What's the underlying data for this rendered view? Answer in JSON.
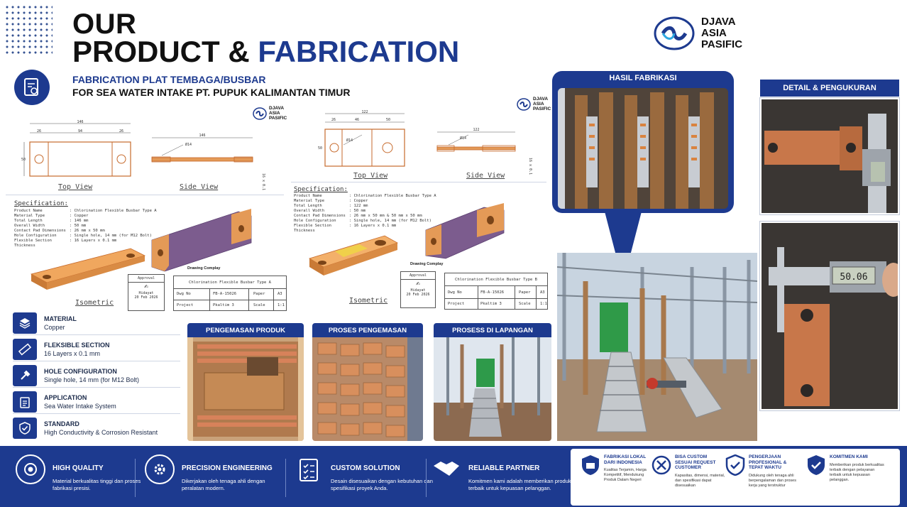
{
  "header": {
    "title_line1": "OUR",
    "title_line2_a": "PRODUCT & ",
    "title_line2_b": "FABRICATION",
    "subtitle1": "FABRICATION PLAT TEMBAGA/BUSBAR",
    "subtitle2": "FOR SEA WATER INTAKE PT. PUPUK KALIMANTAN TIMUR"
  },
  "brand": {
    "line1": "DJAVA",
    "line2": "ASIA",
    "line3": "PASIFIC"
  },
  "drawing_a": {
    "top_view": "Top View",
    "side_view": "Side View",
    "isometric": "Isometric",
    "dims": {
      "total": "146",
      "pad_l": "26",
      "mid": "94",
      "pad_r": "26",
      "width": "50",
      "hole": "Ø14",
      "side_total": "146",
      "thick": "16 x 0.1"
    },
    "spec_heading": "Specification:",
    "spec": [
      {
        "k": "Product Name",
        "v": ": Chlorination Flexible Busbar Type A"
      },
      {
        "k": "Material Type",
        "v": ": Copper"
      },
      {
        "k": "Total Length",
        "v": ": 146 mm"
      },
      {
        "k": "Overall Width",
        "v": ": 50 mm"
      },
      {
        "k": "Contact Pad Dimensions",
        "v": ": 26 mm x 50 mm"
      },
      {
        "k": "Hole Configuration",
        "v": ": Single hole, 14 mm (for M12 Bolt)"
      },
      {
        "k": "Flexible Section Thickness",
        "v": ": 16 Layers x 0.1 mm"
      }
    ],
    "drawing_label": "Drawing Complay",
    "approval": "Approval",
    "approval_name": "Hidayat",
    "approval_date": "20 Feb 2026",
    "table_title": "Chlorination Flexible Busbar Type A",
    "dwg_label": "Dwg No",
    "dwg_no": "FB-A-15026",
    "paper_label": "Paper",
    "paper": "A3",
    "project_label": "Project",
    "project": "Pkaltim 3",
    "scale_label": "Scale",
    "scale": "1:1"
  },
  "drawing_b": {
    "top_view": "Top View",
    "side_view": "Side View",
    "isometric": "Isometric",
    "dims": {
      "total": "122",
      "pad_l": "26",
      "mid": "46",
      "pad_r": "50",
      "width": "50",
      "hole": "Ø14",
      "side_total": "122",
      "thick": "16 x 0.1"
    },
    "spec_heading": "Specification:",
    "spec": [
      {
        "k": "Product Name",
        "v": ": Chlorination Flexible Busbar Type A"
      },
      {
        "k": "Material Type",
        "v": ": Copper"
      },
      {
        "k": "Total Length",
        "v": ": 122 mm"
      },
      {
        "k": "Overall Width",
        "v": ": 50 mm"
      },
      {
        "k": "Contact Pad Dimensions",
        "v": ": 26 mm x 50 mm & 50 mm x 50 mm"
      },
      {
        "k": "Hole Configuration",
        "v": ": Single hole, 14 mm (for M12 Bolt)"
      },
      {
        "k": "Flexible Section Thickness",
        "v": ": 16 Layers x 0.1 mm"
      }
    ],
    "drawing_label": "Drawing Complay",
    "approval": "Approval",
    "approval_name": "Hidayat",
    "approval_date": "20 Feb 2026",
    "table_title": "Chlorination Flexible Busbar Type B",
    "dwg_label": "Dwg No",
    "dwg_no": "FB-A-15026",
    "paper_label": "Paper",
    "paper": "A3",
    "project_label": "Project",
    "project": "Pkaltim 3",
    "scale_label": "Scale",
    "scale": "1:1"
  },
  "features": [
    {
      "title": "MATERIAL",
      "value": "Copper",
      "icon": "layers-icon"
    },
    {
      "title": "FLEKSIBLE SECTION",
      "value": "16 Layers x 0.1 mm",
      "icon": "ruler-icon"
    },
    {
      "title": "HOLE CONFIGURATION",
      "value": "Single hole, 14 mm (for M12 Bolt)",
      "icon": "bolt-icon"
    },
    {
      "title": "APPLICATION",
      "value": "Sea Water Intake System",
      "icon": "clipboard-icon"
    },
    {
      "title": "STANDARD",
      "value": "High Conductivity & Corrosion Resistant",
      "icon": "shield-check-icon"
    }
  ],
  "panels": {
    "pengemasan": "PENGEMASAN PRODUK",
    "proses": "PROSES PENGEMASAN",
    "lapangan": "PROSESS DI LAPANGAN",
    "hasil": "HASIL FABRIKASI",
    "detail": "DETAIL & PENGUKURAN"
  },
  "caliper_readout": "50.06",
  "bottom": [
    {
      "title": "HIGH QUALITY",
      "desc": "Material berkualitas tinggi dan proses fabrikasi presisi."
    },
    {
      "title": "PRECISION ENGINEERING",
      "desc": "Dikerjakan oleh tenaga ahli dengan peralatan modern."
    },
    {
      "title": "CUSTOM SOLUTION",
      "desc": "Desain disesuaikan dengan kebutuhan dan spesifikasi proyek Anda."
    },
    {
      "title": "RELIABLE PARTNER",
      "desc": "Komitmen kami adalah memberikan produk terbaik untuk kepuasan pelanggan."
    }
  ],
  "badges": [
    {
      "title": "FABRIKASI LOKAL DARI INDONESIA",
      "desc": "Kualitas Terjamin, Harga Kompetitif, Mendukung Produk Dalam Negeri"
    },
    {
      "title": "BISA CUSTOM SESUAI REQUEST CUSTOMER",
      "desc": "Kapasitas, dimensi, material, dan spesifikasi dapat disesuaikan"
    },
    {
      "title": "PENGERJAAN PROFESIONAL & TEPAT WAKTU",
      "desc": "Didukung oleh tenaga ahli berpengalaman dan proses kerja yang terstruktur"
    },
    {
      "title": "KOMITMEN KAMI",
      "desc": "Memberikan produk berkualitas terbaik dengan pelayanan terbaik untuk kepuasan pelanggan."
    }
  ],
  "colors": {
    "navy": "#1d3a8f",
    "copper": "#e49a57",
    "purple": "#7c5c8e"
  }
}
